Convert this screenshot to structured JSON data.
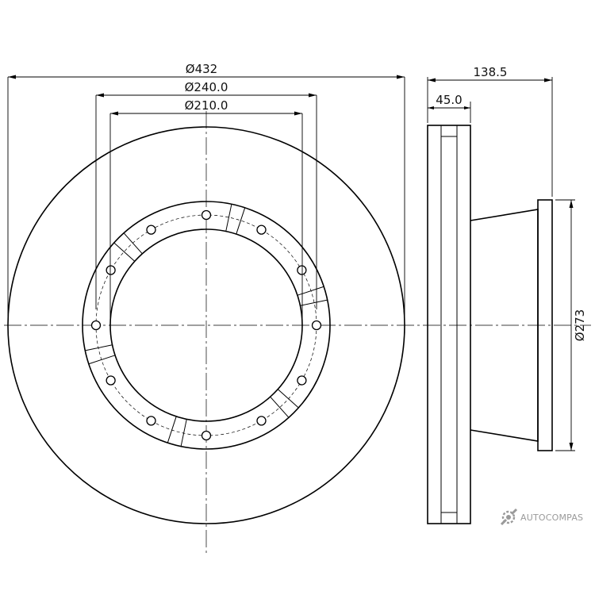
{
  "dimensions": {
    "outer_diameter": "Ø432",
    "mounting_diameter": "Ø240.0",
    "center_bore_diameter": "Ø210.0",
    "total_height": "138.5",
    "disc_thickness": "45.0",
    "hat_diameter": "Ø273"
  },
  "bolt_holes": {
    "count": 12
  },
  "logo": {
    "text": "AUTOCOMPAS",
    "icon": "gear-wrench-icon",
    "color": "#9a9a9a"
  }
}
